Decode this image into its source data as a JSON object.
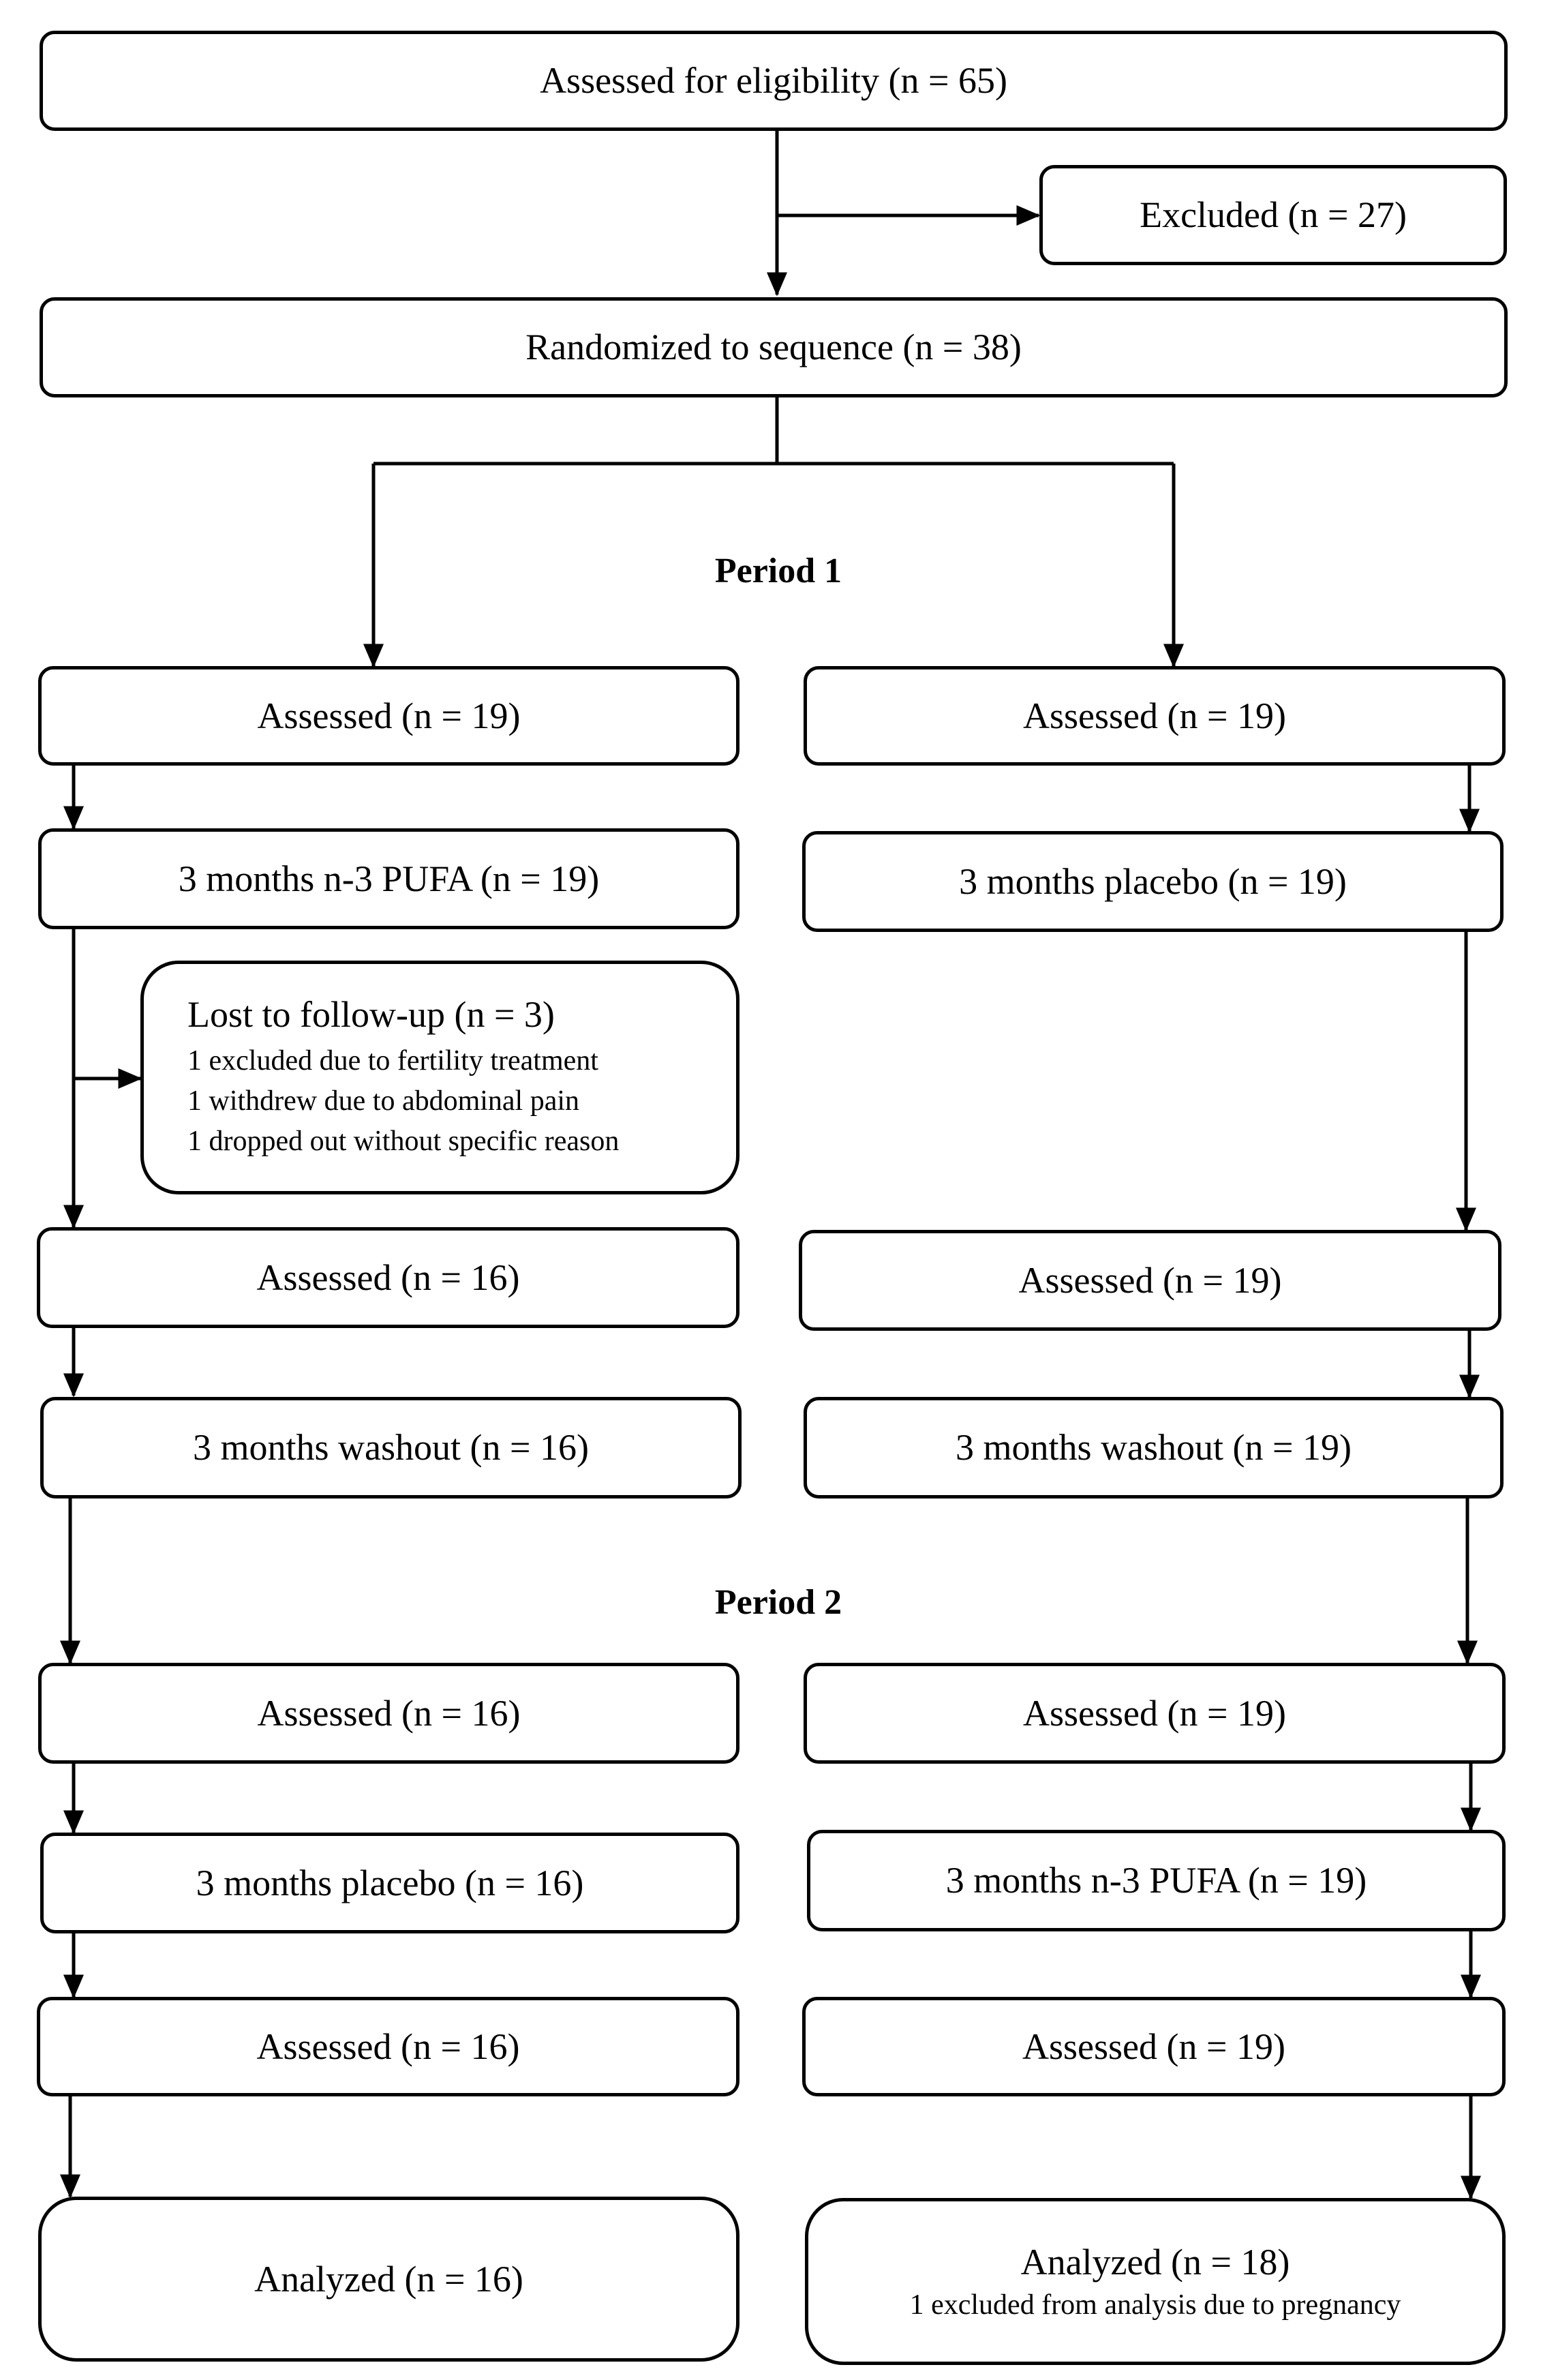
{
  "top": {
    "assessed": "Assessed for eligibility (n = 65)",
    "excluded": "Excluded (n = 27)",
    "randomized": "Randomized to sequence (n = 38)"
  },
  "period1": "Period 1",
  "period2": "Period 2",
  "left": {
    "p1_assessed": "Assessed (n = 19)",
    "p1_treatment": "3 months n-3 PUFA (n = 19)",
    "lost": {
      "title": "Lost to follow-up (n = 3)",
      "reasons": [
        "1 excluded due to fertility treatment",
        "1 withdrew due to abdominal pain",
        "1 dropped out without specific reason"
      ]
    },
    "p1_assessed_after": "Assessed (n = 16)",
    "washout": "3 months washout (n = 16)",
    "p2_assessed": "Assessed (n = 16)",
    "p2_treatment": "3 months placebo (n = 16)",
    "p2_assessed_after": "Assessed (n = 16)",
    "analyzed": "Analyzed (n = 16)"
  },
  "right": {
    "p1_assessed": "Assessed (n = 19)",
    "p1_treatment": "3 months placebo (n = 19)",
    "p1_assessed_after": "Assessed (n = 19)",
    "washout": "3 months washout (n = 19)",
    "p2_assessed": "Assessed (n = 19)",
    "p2_treatment": "3 months n-3 PUFA (n = 19)",
    "p2_assessed_after": "Assessed (n = 19)",
    "analyzed": "Analyzed (n = 18)",
    "analyzed_note": "1 excluded from analysis due to pregnancy"
  },
  "colors": {
    "stroke": "#000000",
    "background": "#ffffff"
  }
}
